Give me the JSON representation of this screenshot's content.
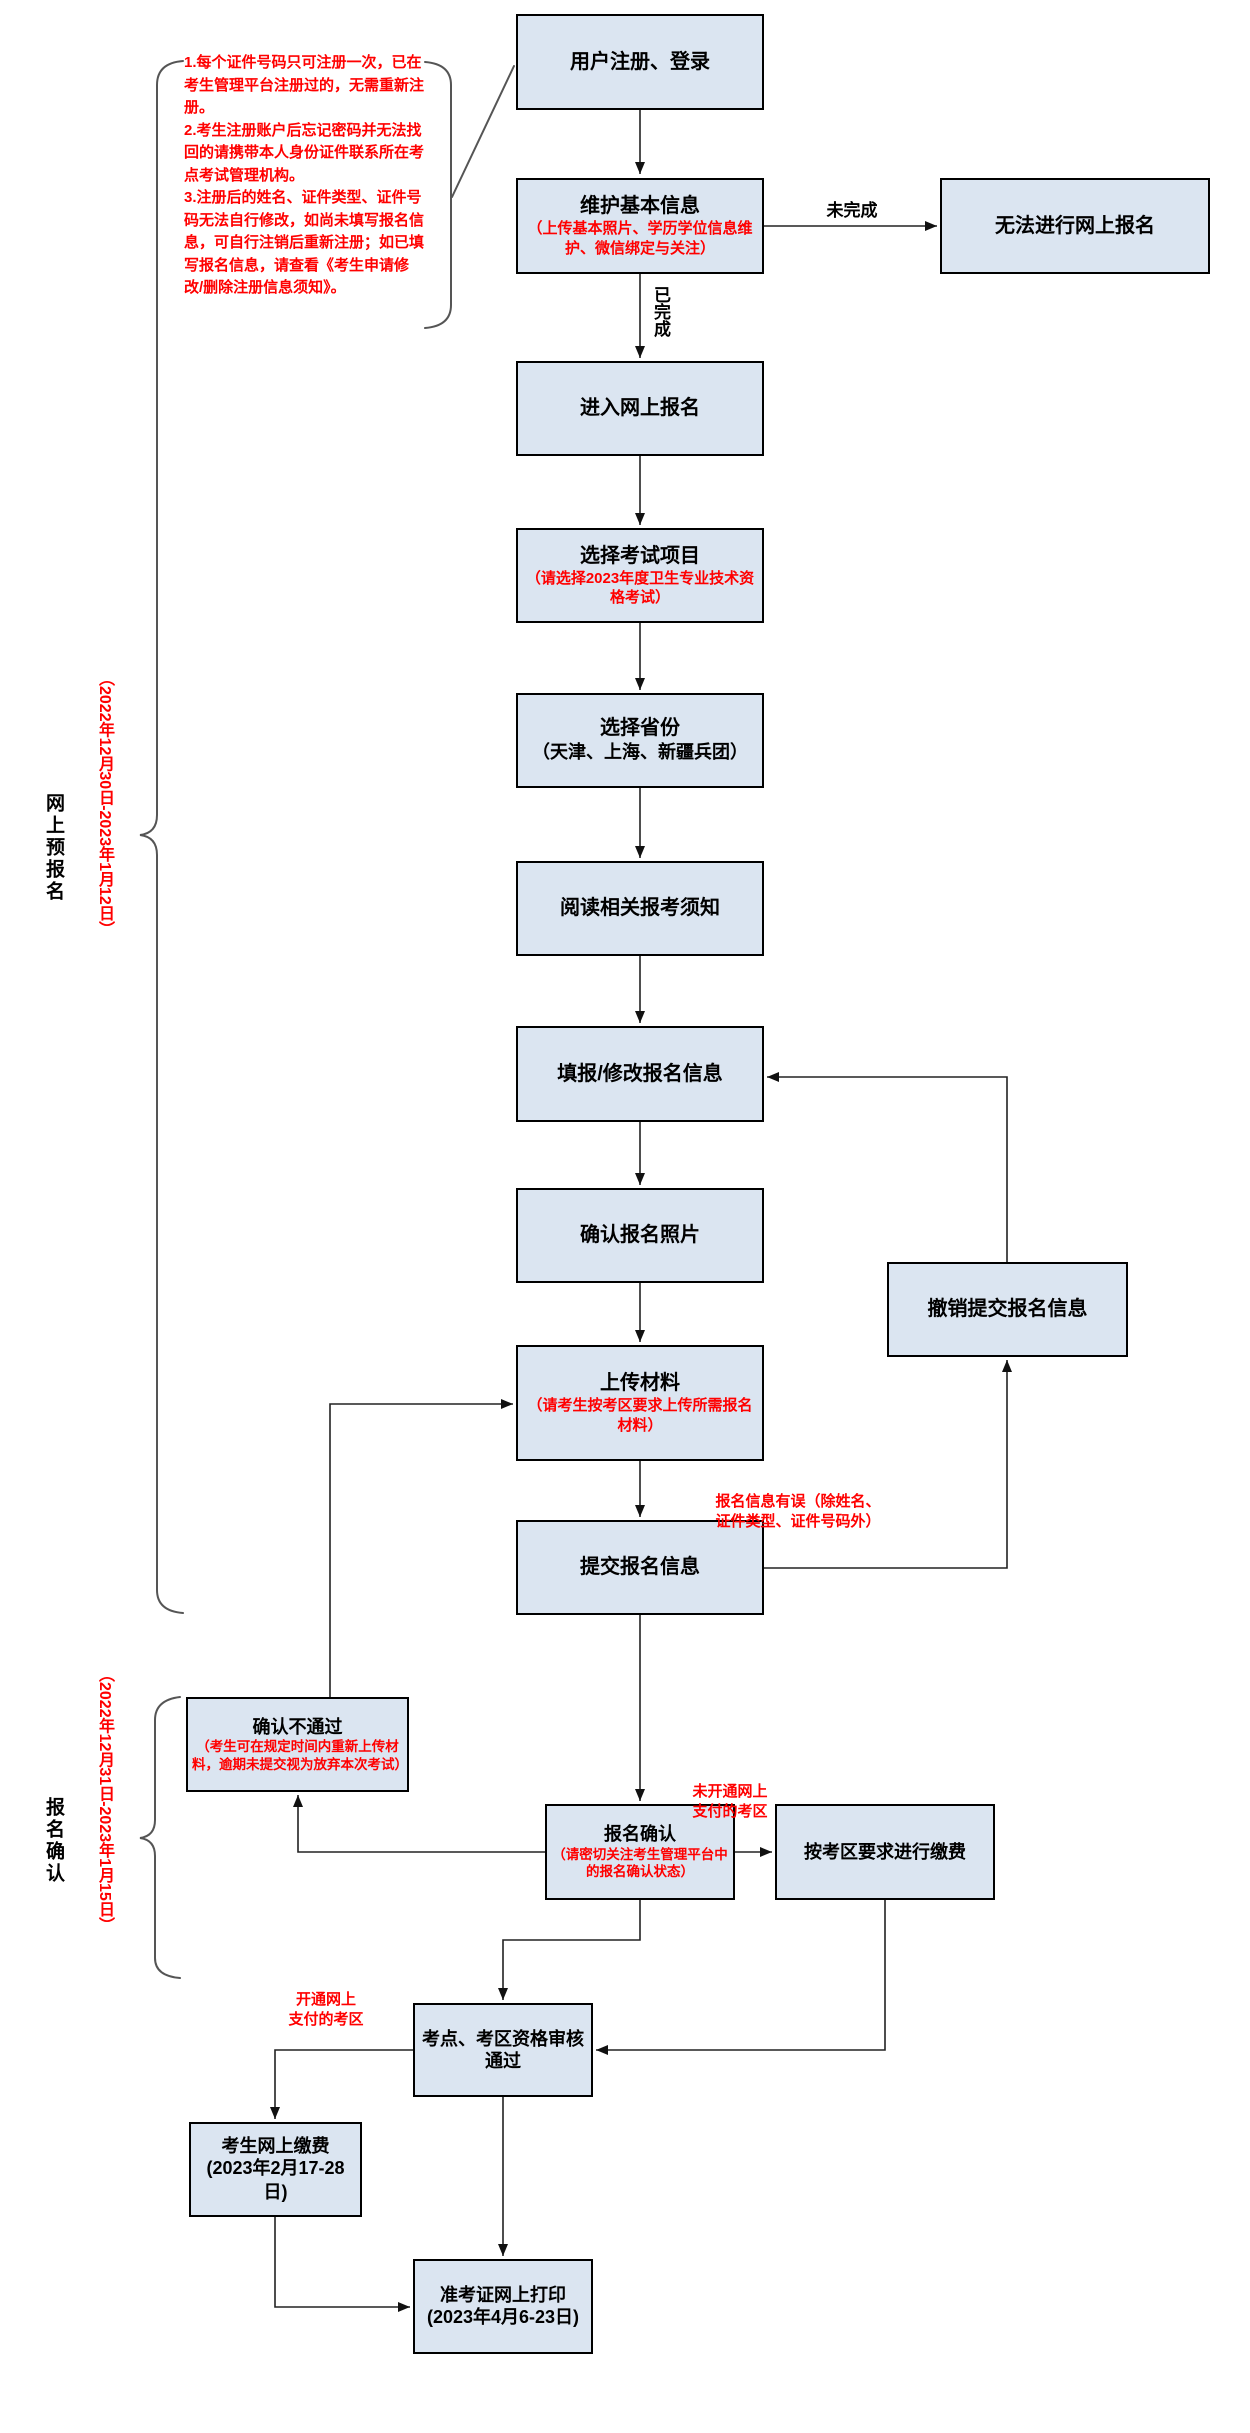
{
  "colors": {
    "box_fill": "#dbe5f1",
    "box_border": "#000000",
    "red": "#ff0000",
    "line": "#222222",
    "brace": "#555555"
  },
  "annotation": {
    "text": "1.每个证件号码只可注册一次，已在考生管理平台注册过的，无需重新注册。\n2.考生注册账户后忘记密码并无法找回的请携带本人身份证件联系所在考点考试管理机构。\n3.注册后的姓名、证件类型、证件号码无法自行修改，如尚未填写报名信息，可自行注销后重新注册；如已填写报名信息，请查看《考生申请修改/删除注册信息须知》。"
  },
  "phases": {
    "pre": {
      "name": "网上预报名",
      "date": "（2022年12月30日-2023年1月12日）"
    },
    "confirm": {
      "name": "报名确认",
      "date": "（2022年12月31日-2023年1月15日）"
    }
  },
  "boxes": {
    "register": {
      "title": "用户注册、登录"
    },
    "maintain": {
      "title": "维护基本信息",
      "note": "（上传基本照片、学历学位信息维护、微信绑定与关注）"
    },
    "cannot_apply": {
      "title": "无法进行网上报名"
    },
    "enter": {
      "title": "进入网上报名"
    },
    "choose_exam": {
      "title": "选择考试项目",
      "note": "（请选择2023年度卫生专业技术资格考试）"
    },
    "choose_province": {
      "title": "选择省份",
      "subtitle": "（天津、上海、新疆兵团）"
    },
    "read_notice": {
      "title": "阅读相关报考须知"
    },
    "fill_info": {
      "title": "填报/修改报名信息"
    },
    "confirm_photo": {
      "title": "确认报名照片"
    },
    "upload": {
      "title": "上传材料",
      "note": "（请考生按考区要求上传所需报名材料）"
    },
    "submit": {
      "title": "提交报名信息"
    },
    "revoke": {
      "title": "撤销提交报名信息"
    },
    "not_pass": {
      "title": "确认不通过",
      "note": "（考生可在规定时间内重新上传材料，逾期未提交视为放弃本次考试）"
    },
    "confirm_apply": {
      "title": "报名确认",
      "note": "（请密切关注考生管理平台中的报名确认状态）"
    },
    "pay_by_area": {
      "title": "按考区要求进行缴费"
    },
    "site_check": {
      "title": "考点、考区资格审核通过"
    },
    "pay_online": {
      "title": "考生网上缴费",
      "subtitle": "(2023年2月17-28日)"
    },
    "print_ticket": {
      "title": "准考证网上打印",
      "subtitle": "(2023年4月6-23日)"
    }
  },
  "edge_labels": {
    "not_done": "未完成",
    "done": "已完成",
    "info_error": "报名信息有误（除姓名、\n证件类型、证件号码外）",
    "no_online_pay": "未开通网上\n支付的考区",
    "online_pay": "开通网上\n支付的考区"
  }
}
